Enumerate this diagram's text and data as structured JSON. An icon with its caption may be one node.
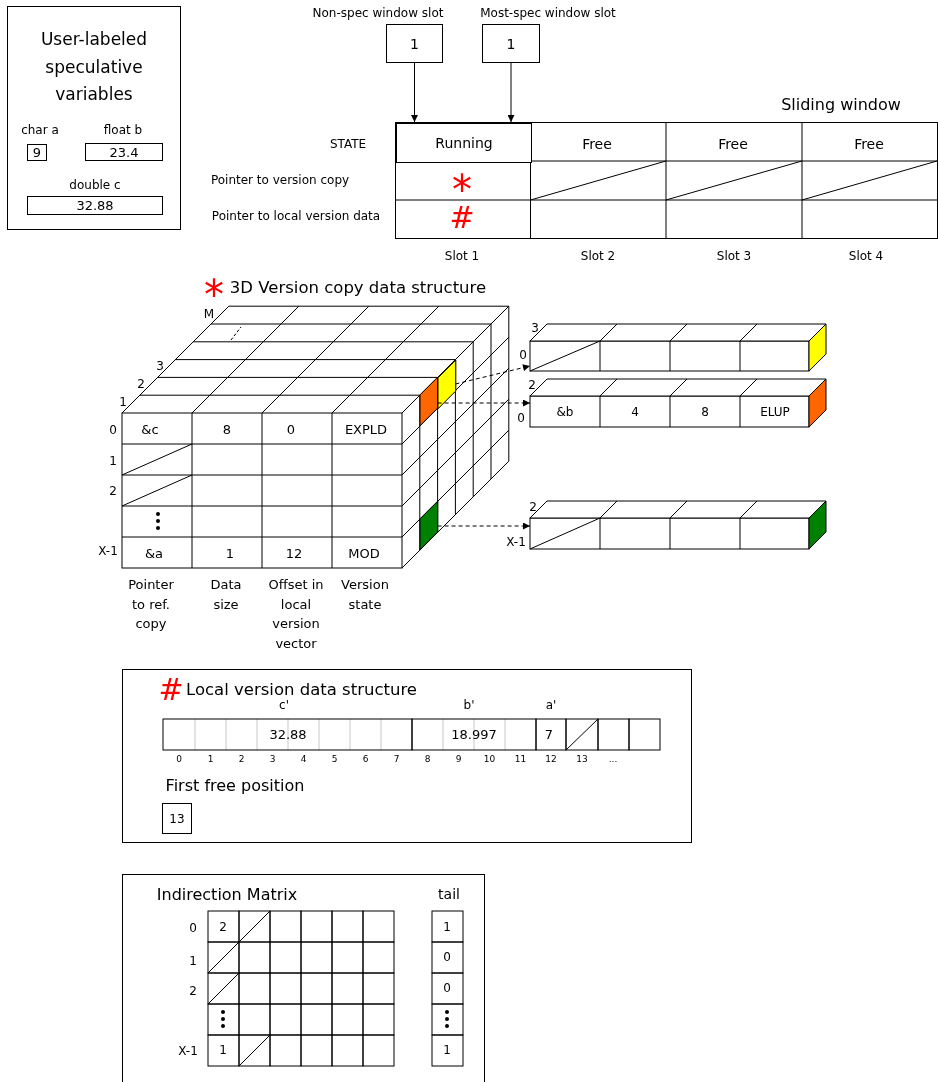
{
  "diagram": {
    "nodes": [
      {
        "text": [
          "User-labeled speculative variables"
        ]
      },
      {
        "text": [
          "9"
        ],
        "beside": [
          "char a"
        ],
        "in": 0
      },
      {
        "text": [
          "23.4"
        ],
        "beside": [
          "float b"
        ],
        "in": 0
      },
      {
        "text": [
          "32.88"
        ],
        "beside": [
          "double c"
        ],
        "in": 0
      },
      {
        "text": [
          "1"
        ],
        "beside": [
          "Non-spec window slot"
        ]
      },
      {
        "text": [
          "1"
        ],
        "beside": [
          "Most-spec window slot"
        ]
      },
      {
        "text": [
          "Sliding window"
        ]
      },
      {
        "text": [
          "Running"
        ],
        "in": 6
      },
      {
        "text": [
          "3D Version copy data structure"
        ]
      },
      {
        "text": [],
        "shape": "box",
        "in": 8
      },
      {
        "text": [],
        "shape": "box",
        "in": 8
      },
      {
        "text": [],
        "shape": "box",
        "in": 8
      },
      {
        "text": [],
        "shape": "bar"
      },
      {
        "text": [
          "&b",
          "4",
          "8",
          "ELUP"
        ]
      },
      {
        "text": [],
        "shape": "bar"
      },
      {
        "text": [
          "Local version data structure"
        ]
      },
      {
        "text": [
          "13"
        ],
        "beside": [
          "First free position"
        ],
        "in": 15
      },
      {
        "text": [
          "Indirection Matrix"
        ]
      }
    ],
    "edges": [
      {
        "from": 4,
        "to": 7,
        "arrow": "to"
      },
      {
        "from": 5,
        "to": 7,
        "arrow": "to"
      },
      {
        "from": 10,
        "to": 12,
        "arrow": "to",
        "style": "dashed"
      },
      {
        "from": 9,
        "to": 13,
        "arrow": "to",
        "style": "dashed"
      },
      {
        "from": 11,
        "to": 14,
        "arrow": "to",
        "style": "dashed"
      }
    ],
    "labels": [
      "STATE",
      "Free",
      "Free",
      "Free",
      "Pointer to version copy",
      "*",
      "Pointer to local version data",
      "#",
      "Slot 1",
      "Slot 2",
      "Slot 3",
      "Slot 4",
      "*",
      "M",
      "3",
      "2",
      "1",
      "0",
      "&c",
      "8",
      "0",
      "EXPLD",
      "1",
      "2",
      "X-1",
      "&a",
      "1",
      "12",
      "MOD",
      "Pointer to ref. copy",
      "Data size",
      "Offset in local version vector",
      "Version state",
      "3",
      "0",
      "2",
      "0",
      "2",
      "X-1",
      "#",
      "c'",
      "b'",
      "a'",
      "32.88",
      "18.997",
      "7",
      "0",
      "1",
      "2",
      "3",
      "4",
      "5",
      "6",
      "7",
      "8",
      "9",
      "10",
      "11",
      "12",
      "13",
      "...",
      "tail",
      "0",
      "2",
      "1",
      "1",
      "0",
      "2",
      "0",
      "X-1",
      "1",
      "1"
    ]
  }
}
